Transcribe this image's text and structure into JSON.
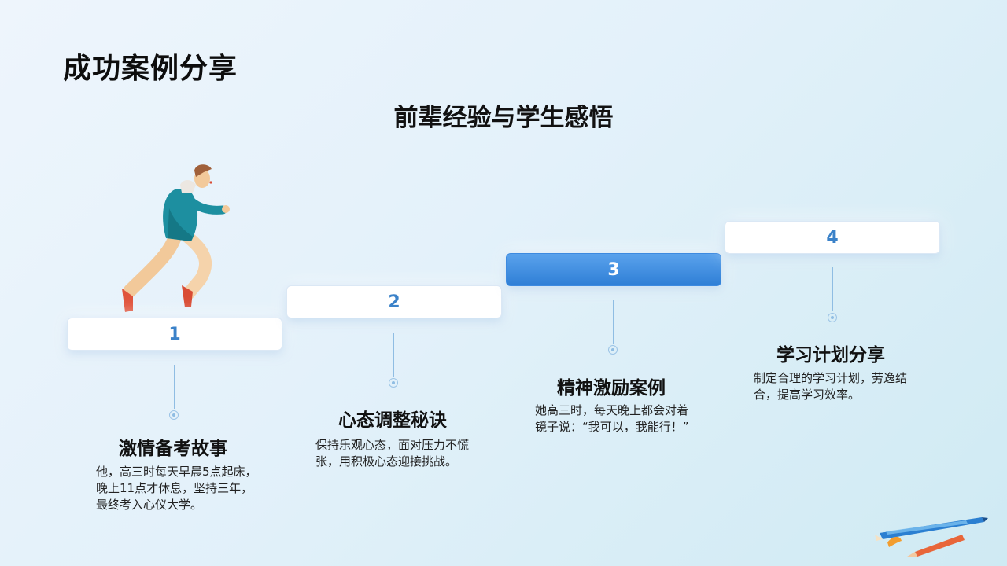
{
  "title": "成功案例分享",
  "subtitle": "前辈经验与学生感悟",
  "steps": [
    {
      "number": "1",
      "title": "激情备考故事",
      "desc": "他，高三时每天早晨5点起床，晚上11点才休息，坚持三年，最终考入心仪大学。"
    },
    {
      "number": "2",
      "title": "心态调整秘诀",
      "desc": "保持乐观心态，面对压力不慌张，用积极心态迎接挑战。"
    },
    {
      "number": "3",
      "title": "精神激励案例",
      "desc": "她高三时，每天晚上都会对着镜子说：“我可以，我能行！”"
    },
    {
      "number": "4",
      "title": "学习计划分享",
      "desc": "制定合理的学习计划，劳逸结合，提高学习效率。"
    }
  ],
  "active_step": "3",
  "colors": {
    "accent": "#2f7fd6",
    "number": "#3b82c9",
    "line": "#8fbde3"
  },
  "icons": {
    "runner": "running-man-illustration",
    "pens": "pens-illustration"
  }
}
